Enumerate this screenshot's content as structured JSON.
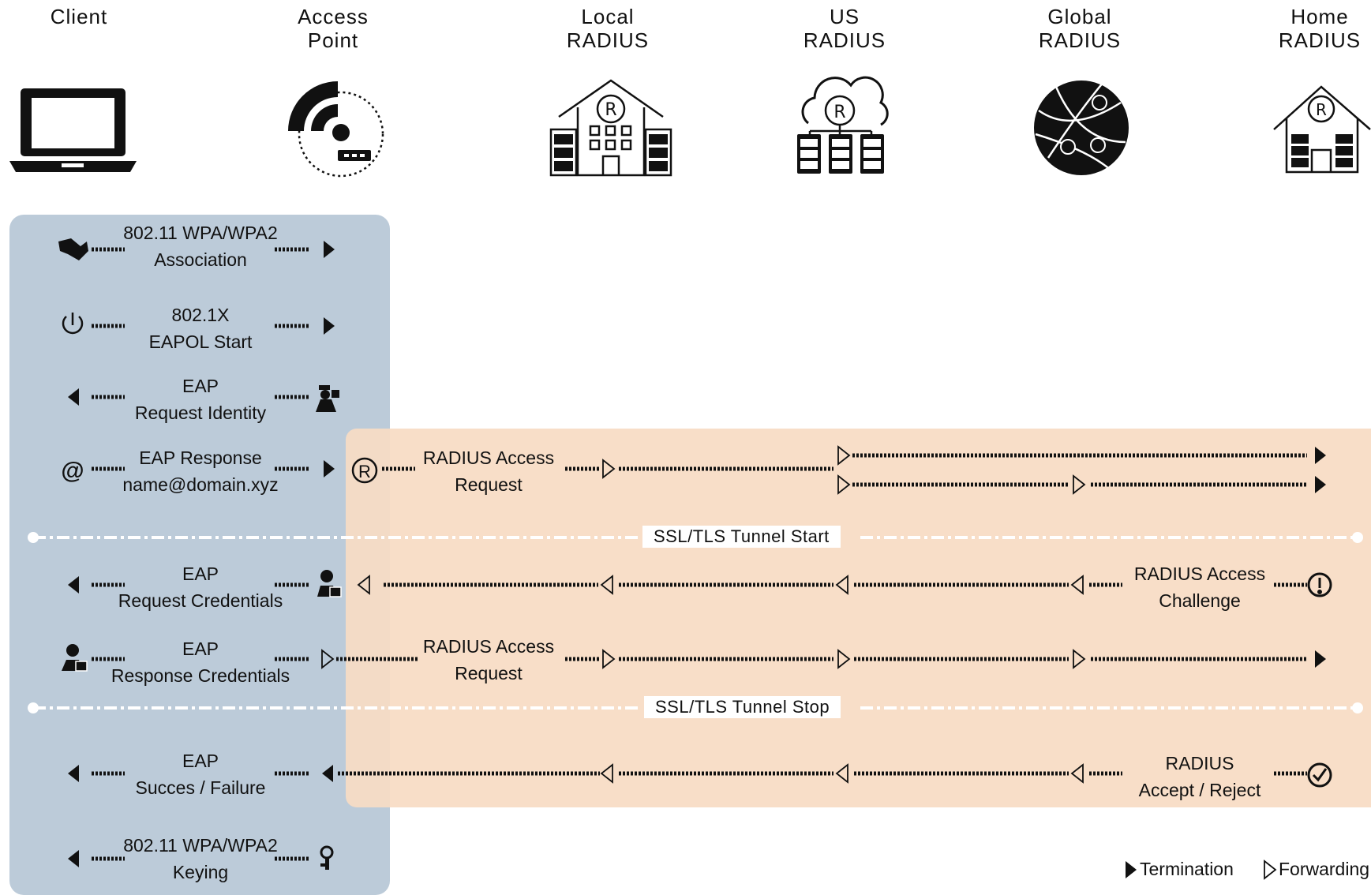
{
  "entities": [
    {
      "id": "client",
      "title": [
        "Client"
      ],
      "icon": "laptop-icon"
    },
    {
      "id": "ap",
      "title": [
        "Access",
        "Point"
      ],
      "icon": "wireless-access-point-icon"
    },
    {
      "id": "local",
      "title": [
        "Local",
        "RADIUS"
      ],
      "icon": "local-radius-building-icon"
    },
    {
      "id": "us",
      "title": [
        "US",
        "RADIUS"
      ],
      "icon": "cloud-radius-servers-icon"
    },
    {
      "id": "global",
      "title": [
        "Global",
        "RADIUS"
      ],
      "icon": "globe-network-icon"
    },
    {
      "id": "home",
      "title": [
        "Home",
        "RADIUS"
      ],
      "icon": "home-radius-house-icon"
    }
  ],
  "steps": [
    {
      "line1": "802.11 WPA/WPA2",
      "line2": "Association",
      "icon": "handshake-icon",
      "direction": "client-to-ap"
    },
    {
      "line1": "802.1X",
      "line2": "EAPOL Start",
      "icon": "power-icon",
      "direction": "client-to-ap"
    },
    {
      "line1": "EAP",
      "line2": "Request Identity",
      "icon": "officer-icon",
      "direction": "ap-to-client"
    },
    {
      "line1": "EAP Response",
      "line2": "name@domain.xyz",
      "icon": "at-sign-icon",
      "direction": "client-to-ap"
    },
    {
      "line1": "EAP",
      "line2": "Request Credentials",
      "icon": "user-card-icon",
      "direction": "ap-to-client"
    },
    {
      "line1": "EAP",
      "line2": "Response Credentials",
      "icon": "user-card-icon",
      "direction": "client-to-ap"
    },
    {
      "line1": "EAP",
      "line2": "Succes / Failure",
      "icon": "",
      "direction": "ap-to-client"
    },
    {
      "line1": "802.11 WPA/WPA2",
      "line2": "Keying",
      "icon": "keys-icon",
      "direction": "ap-to-client"
    }
  ],
  "radius_messages": [
    {
      "line1": "RADIUS Access",
      "line2": "Request",
      "direction": "to-home"
    },
    {
      "line1": "RADIUS Access",
      "line2": "Challenge",
      "direction": "to-ap"
    },
    {
      "line1": "RADIUS Access",
      "line2": "Request",
      "direction": "to-home"
    },
    {
      "line1": "RADIUS",
      "line2": "Accept /  Reject",
      "direction": "to-ap"
    }
  ],
  "tunnel": {
    "start": "SSL/TLS Tunnel Start",
    "stop": "SSL/TLS Tunnel Stop"
  },
  "legend": {
    "termination": "Termination",
    "forwarding": "Forwarding"
  },
  "colors": {
    "client_side": "#bccbd9",
    "radius_side": "#f8dcc4",
    "line": "#111111"
  }
}
